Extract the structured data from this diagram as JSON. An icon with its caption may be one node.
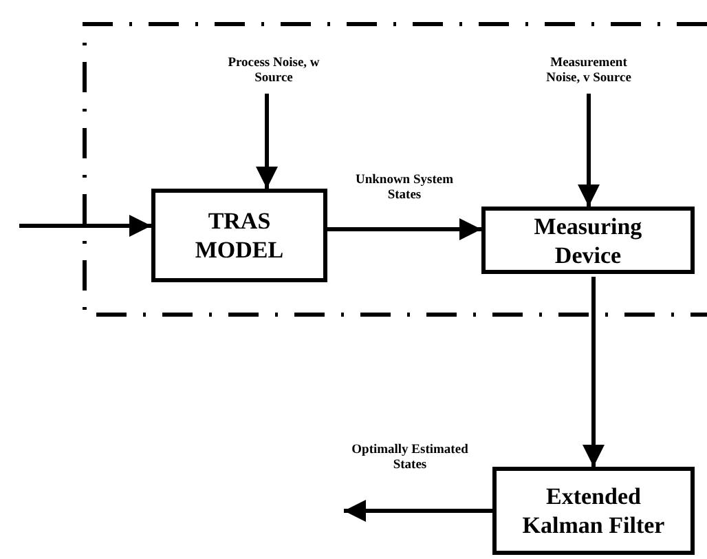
{
  "diagram": {
    "nodes": [
      {
        "text": [],
        "shape": "box"
      },
      {
        "text": [
          "Process Noise, w Source"
        ],
        "in": 0
      },
      {
        "text": [
          "Measurement Noise, v Source"
        ],
        "in": 0
      },
      {
        "text": [
          "TRAS MODEL"
        ],
        "in": 0
      },
      {
        "text": [
          "Measuring Device"
        ],
        "in": 0
      },
      {
        "text": [
          "Extended Kalman Filter"
        ]
      }
    ],
    "edges": [
      {
        "from": null,
        "to": 3,
        "arrow": "to"
      },
      {
        "from": 1,
        "to": 3,
        "arrow": "to"
      },
      {
        "from": 3,
        "to": 4,
        "arrow": "to",
        "label": "Unknown System States"
      },
      {
        "from": 2,
        "to": 4,
        "arrow": "to"
      },
      {
        "from": 4,
        "to": 5,
        "arrow": "to"
      },
      {
        "from": 5,
        "to": null,
        "arrow": "to",
        "label": "Optimally Estimated States"
      }
    ]
  }
}
